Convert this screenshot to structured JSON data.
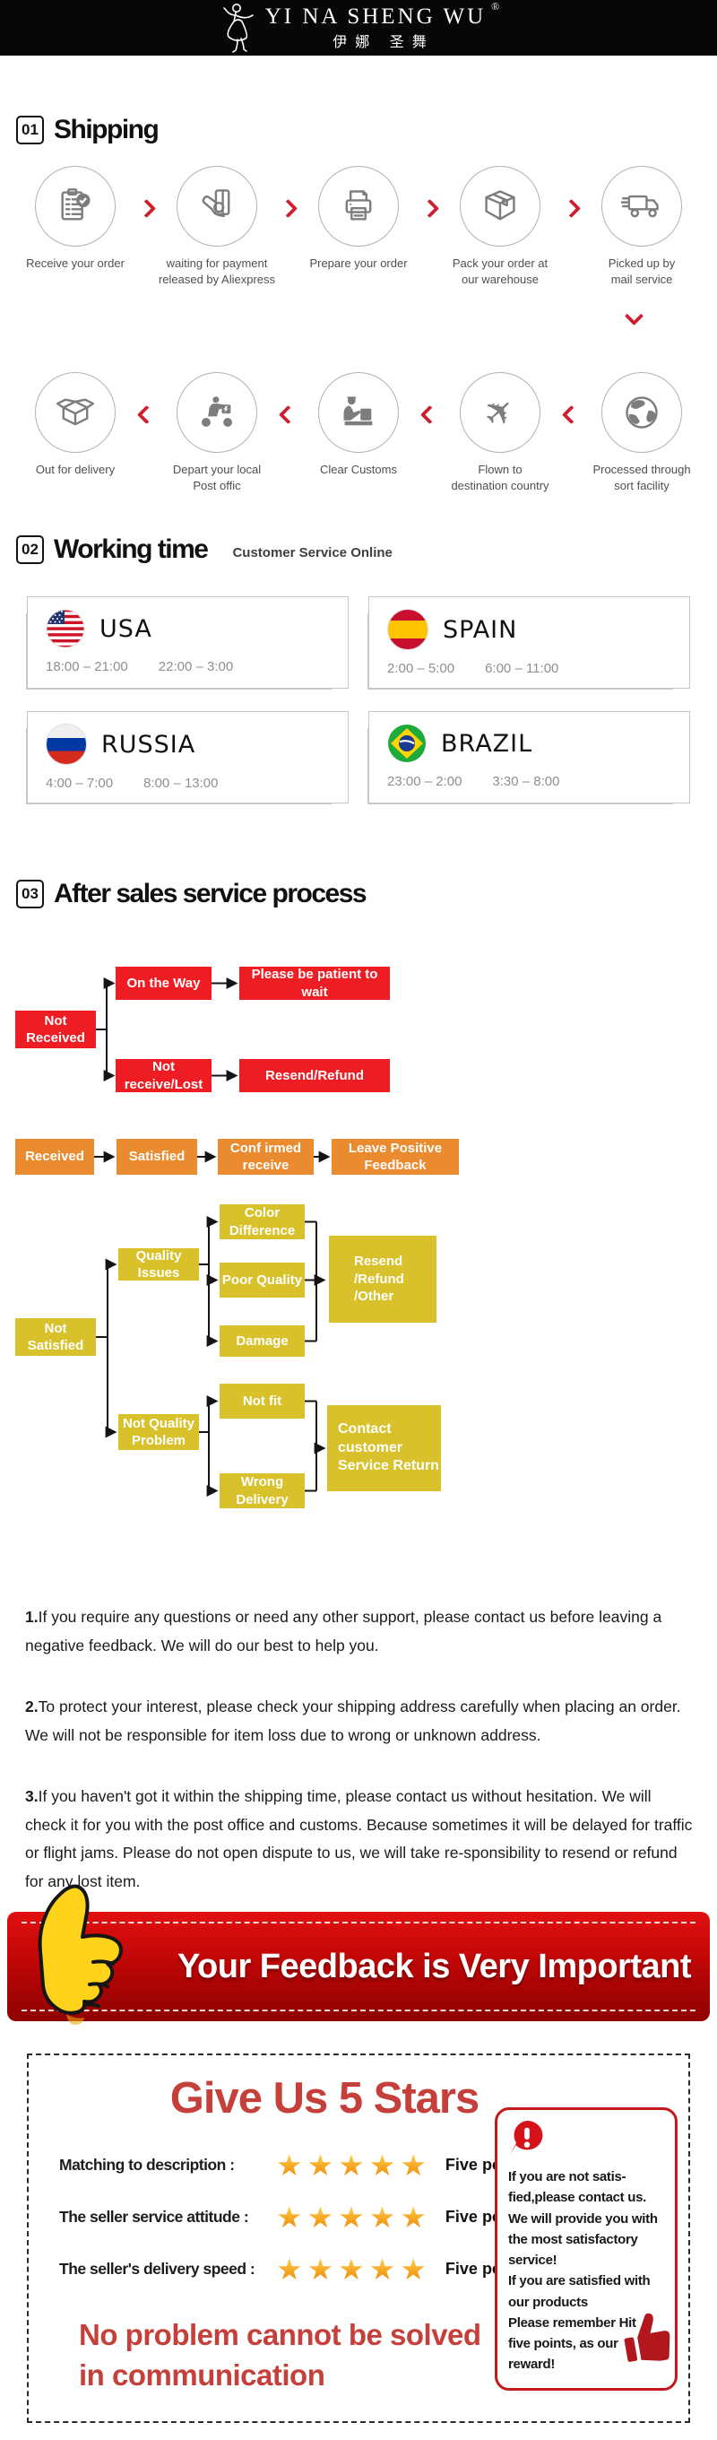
{
  "header": {
    "brand": "YI NA SHENG WU",
    "registered": "®",
    "brand_cn": "伊娜 圣舞"
  },
  "section1": {
    "number": "01",
    "title": "Shipping"
  },
  "shipping_row1": [
    {
      "icon": "clipboard-check-icon",
      "label": "Receive your order"
    },
    {
      "icon": "payment-card-icon",
      "label": "waiting for payment\nreleased by Aliexpress"
    },
    {
      "icon": "printer-icon",
      "label": "Prepare your order"
    },
    {
      "icon": "package-box-icon",
      "label": "Pack your order at\nour warehouse"
    },
    {
      "icon": "delivery-truck-icon",
      "label": "Picked up by\nmail service"
    }
  ],
  "shipping_row2": [
    {
      "icon": "open-box-icon",
      "label": "Out  for delivery"
    },
    {
      "icon": "courier-scooter-icon",
      "label": "Depart your local\nPost offic"
    },
    {
      "icon": "customs-officer-icon",
      "label": "Clear Customs"
    },
    {
      "icon": "airplane-icon",
      "label": "Flown to\ndestination country"
    },
    {
      "icon": "globe-icon",
      "label": "Processed through\nsort facility"
    }
  ],
  "section2": {
    "number": "02",
    "title": "Working time",
    "subtitle": "Customer Service Online"
  },
  "working_time": [
    {
      "flag": "usa-flag-icon",
      "country": "USA",
      "time1": "18:00 – 21:00",
      "time2": "22:00 – 3:00"
    },
    {
      "flag": "spain-flag-icon",
      "country": "SPAIN",
      "time1": "2:00 – 5:00",
      "time2": "6:00 – 11:00"
    },
    {
      "flag": "russia-flag-icon",
      "country": "RUSSIA",
      "time1": "4:00 – 7:00",
      "time2": "8:00 – 13:00"
    },
    {
      "flag": "brazil-flag-icon",
      "country": "BRAZIL",
      "time1": "23:00 – 2:00",
      "time2": "3:30 – 8:00"
    }
  ],
  "section3": {
    "number": "03",
    "title": "After sales service process"
  },
  "flowchart": {
    "not_received": "Not Received",
    "on_the_way": "On the Way",
    "be_patient": "Please be patient to wait",
    "not_receive_lost": "Not receive/Lost",
    "resend_refund": "Resend/Refund",
    "received": "Received",
    "satisfied": "Satisfied",
    "confirmed_receive": "Conf irmed receive",
    "leave_positive_feedback": "Leave Positive Feedback",
    "not_satisfied": "Not Satisfied",
    "quality_issues": "Quality Issues",
    "color_difference": "Color Difference",
    "poor_quality": "Poor Quality",
    "damage": "Damage",
    "resend_refund_other": "Resend\n/Refund\n/Other",
    "not_quality_problem": "Not Quality\nProblem",
    "not_fit": "Not fit",
    "wrong_delivery": "Wrong Delivery",
    "contact_customer": "Contact customer\nService Return"
  },
  "notes": [
    {
      "number": "1.",
      "text": "If you require any questions or need any other support, please contact us before leaving a negative feedback. We will do our best to help you."
    },
    {
      "number": "2.",
      "text": "To protect your interest, please check your shipping address carefully when placing an order. We will not be responsible for item loss due to wrong or unknown address."
    },
    {
      "number": "3.",
      "text": "If you haven't got it within the shipping time, please contact us without hesitation. We will check it for you with the post office and customs. Because sometimes it will be delayed for traffic or flight jams. Please do not open dispute to us, we will take re-sponsibility to resend or refund for any lost item."
    }
  ],
  "banner": {
    "icon": "thumbs-up-icon",
    "text": "Your Feedback is Very Important"
  },
  "stars_box": {
    "title": "Give Us 5 Stars",
    "rows": [
      {
        "label": "Matching to description :",
        "stars": "★★★★★",
        "points": "Five points"
      },
      {
        "label": "The seller service attitude :",
        "stars": "★★★★★",
        "points": "Five points"
      },
      {
        "label": "The seller's delivery speed :",
        "stars": "★★★★★",
        "points": "Five points"
      }
    ],
    "slogan": "No problem cannot be solved\n in communication",
    "panel": {
      "icon": "exclamation-bubble-icon",
      "text": "If you are not satis-\nfied,please contact us.\nWe will provide you with\nthe most satisfactory\nservice!\nIf you are satisfied with\nour products\nPlease remember Hit\nfive points, as our\nreward!",
      "thumb_icon": "red-thumbs-up-icon"
    }
  },
  "colors": {
    "accent_red": "#cf1f2e",
    "flow_red": "#ee1c23",
    "flow_orange": "#e98b2e",
    "flow_yellow": "#d8c12b",
    "banner_red": "#b30505",
    "title_red": "#c5403a",
    "star_gold": "#f6a21d"
  }
}
